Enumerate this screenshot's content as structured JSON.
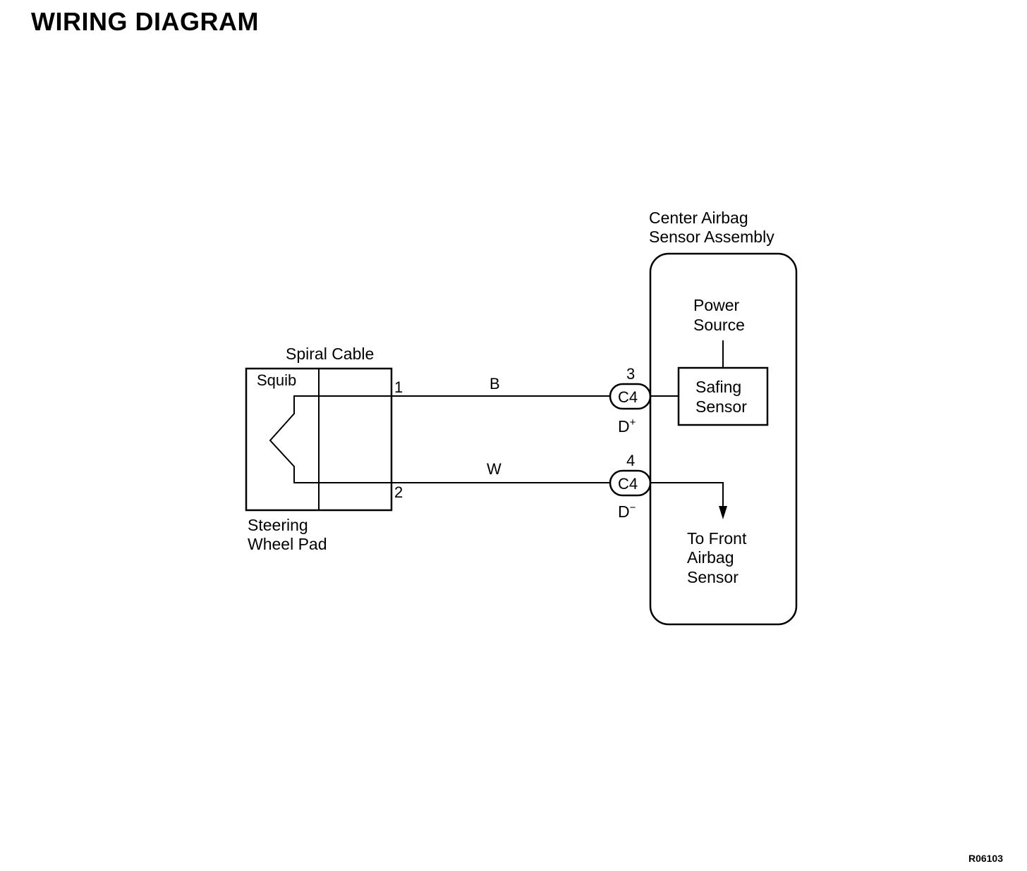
{
  "title": "WIRING DIAGRAM",
  "reference_code": "R06103",
  "diagram": {
    "steering_wheel_pad": {
      "label_line1": "Steering",
      "label_line2": "Wheel Pad",
      "squib_label": "Squib",
      "spiral_cable_label": "Spiral Cable",
      "pin1": "1",
      "pin2": "2"
    },
    "wires": {
      "top_color": "B",
      "bottom_color": "W"
    },
    "connectors": {
      "top": {
        "pin": "3",
        "id": "C4",
        "terminal": "D",
        "terminal_sign": "+"
      },
      "bottom": {
        "pin": "4",
        "id": "C4",
        "terminal": "D",
        "terminal_sign": "−"
      }
    },
    "center_sensor": {
      "label_line1": "Center Airbag",
      "label_line2": "Sensor Assembly",
      "power_source_line1": "Power",
      "power_source_line2": "Source",
      "safing_sensor_line1": "Safing",
      "safing_sensor_line2": "Sensor",
      "front_sensor_line1": "To Front",
      "front_sensor_line2": "Airbag",
      "front_sensor_line3": "Sensor"
    }
  }
}
